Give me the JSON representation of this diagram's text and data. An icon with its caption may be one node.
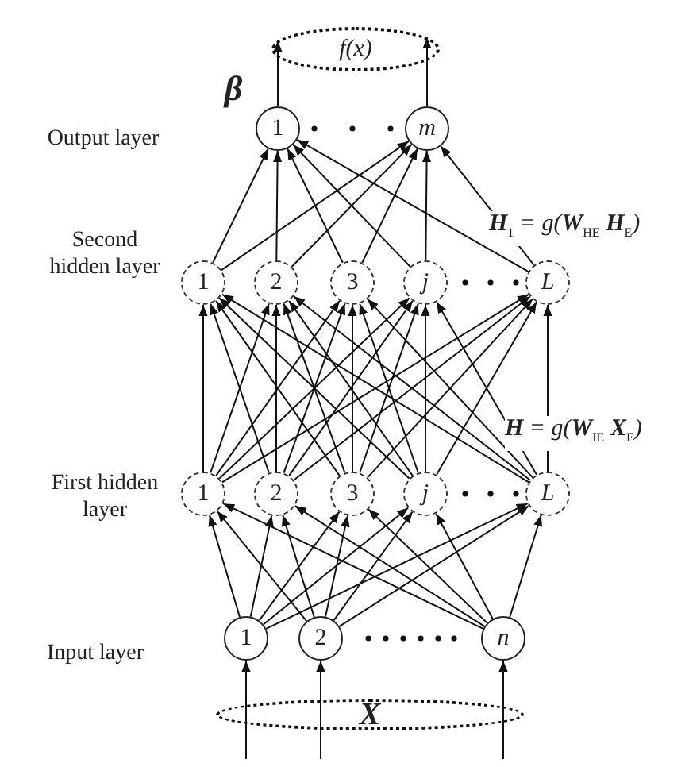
{
  "diagram": {
    "nodes": [
      {
        "text": [
          "f(x)"
        ]
      },
      {
        "text": [
          "1"
        ]
      },
      {
        "text": [
          "m"
        ]
      },
      {
        "text": [
          "1"
        ]
      },
      {
        "text": [
          "2"
        ]
      },
      {
        "text": [
          "3"
        ]
      },
      {
        "text": [
          "j"
        ]
      },
      {
        "text": [
          "L"
        ]
      },
      {
        "text": [
          "1"
        ]
      },
      {
        "text": [
          "2"
        ]
      },
      {
        "text": [
          "3"
        ]
      },
      {
        "text": [
          "j"
        ]
      },
      {
        "text": [
          "L"
        ]
      },
      {
        "text": [
          "1"
        ]
      },
      {
        "text": [
          "2"
        ]
      },
      {
        "text": [
          "n"
        ]
      },
      {
        "text": [
          "X"
        ]
      }
    ],
    "edges": [
      {
        "from": 1,
        "to": 0,
        "arrow": "to"
      },
      {
        "from": 2,
        "to": 0,
        "arrow": "to"
      },
      {
        "from": 3,
        "to": 1,
        "arrow": "to"
      },
      {
        "from": 3,
        "to": 2,
        "arrow": "to"
      },
      {
        "from": 4,
        "to": 1,
        "arrow": "to"
      },
      {
        "from": 4,
        "to": 2,
        "arrow": "to"
      },
      {
        "from": 5,
        "to": 1,
        "arrow": "to"
      },
      {
        "from": 5,
        "to": 2,
        "arrow": "to"
      },
      {
        "from": 6,
        "to": 1,
        "arrow": "to"
      },
      {
        "from": 6,
        "to": 2,
        "arrow": "to"
      },
      {
        "from": 7,
        "to": 1,
        "arrow": "to"
      },
      {
        "from": 7,
        "to": 2,
        "arrow": "to"
      },
      {
        "from": 8,
        "to": 3,
        "arrow": "to"
      },
      {
        "from": 8,
        "to": 4,
        "arrow": "to"
      },
      {
        "from": 8,
        "to": 5,
        "arrow": "to"
      },
      {
        "from": 8,
        "to": 6,
        "arrow": "to"
      },
      {
        "from": 8,
        "to": 7,
        "arrow": "to"
      },
      {
        "from": 9,
        "to": 3,
        "arrow": "to"
      },
      {
        "from": 9,
        "to": 4,
        "arrow": "to"
      },
      {
        "from": 9,
        "to": 5,
        "arrow": "to"
      },
      {
        "from": 9,
        "to": 6,
        "arrow": "to"
      },
      {
        "from": 9,
        "to": 7,
        "arrow": "to"
      },
      {
        "from": 10,
        "to": 3,
        "arrow": "to"
      },
      {
        "from": 10,
        "to": 4,
        "arrow": "to"
      },
      {
        "from": 10,
        "to": 5,
        "arrow": "to"
      },
      {
        "from": 10,
        "to": 6,
        "arrow": "to"
      },
      {
        "from": 10,
        "to": 7,
        "arrow": "to"
      },
      {
        "from": 11,
        "to": 3,
        "arrow": "to"
      },
      {
        "from": 11,
        "to": 4,
        "arrow": "to"
      },
      {
        "from": 11,
        "to": 5,
        "arrow": "to"
      },
      {
        "from": 11,
        "to": 6,
        "arrow": "to"
      },
      {
        "from": 11,
        "to": 7,
        "arrow": "to"
      },
      {
        "from": 12,
        "to": 3,
        "arrow": "to"
      },
      {
        "from": 12,
        "to": 4,
        "arrow": "to"
      },
      {
        "from": 12,
        "to": 5,
        "arrow": "to"
      },
      {
        "from": 12,
        "to": 6,
        "arrow": "to"
      },
      {
        "from": 12,
        "to": 7,
        "arrow": "to"
      },
      {
        "from": 13,
        "to": 8,
        "arrow": "to"
      },
      {
        "from": 13,
        "to": 9,
        "arrow": "to"
      },
      {
        "from": 13,
        "to": 10,
        "arrow": "to"
      },
      {
        "from": 13,
        "to": 11,
        "arrow": "to"
      },
      {
        "from": 13,
        "to": 12,
        "arrow": "to"
      },
      {
        "from": 14,
        "to": 8,
        "arrow": "to"
      },
      {
        "from": 14,
        "to": 9,
        "arrow": "to"
      },
      {
        "from": 14,
        "to": 10,
        "arrow": "to"
      },
      {
        "from": 14,
        "to": 11,
        "arrow": "to"
      },
      {
        "from": 14,
        "to": 12,
        "arrow": "to"
      },
      {
        "from": 15,
        "to": 8,
        "arrow": "to"
      },
      {
        "from": 15,
        "to": 9,
        "arrow": "to"
      },
      {
        "from": 15,
        "to": 10,
        "arrow": "to"
      },
      {
        "from": 15,
        "to": 11,
        "arrow": "to"
      },
      {
        "from": 15,
        "to": 12,
        "arrow": "to"
      },
      {
        "from": null,
        "to": 13,
        "arrow": "to"
      },
      {
        "from": null,
        "to": 14,
        "arrow": "to"
      },
      {
        "from": null,
        "to": 15,
        "arrow": "to"
      }
    ],
    "labels": [
      "β",
      "Output layer",
      "**H**$_{1}$ = g(**W**$_{HE}$ **H**$_{E}$)",
      "Second hidden layer",
      "**H** = g(**W**$_{IE}$ **X**$_{E}$)",
      "First hidden layer",
      "Input layer"
    ]
  }
}
